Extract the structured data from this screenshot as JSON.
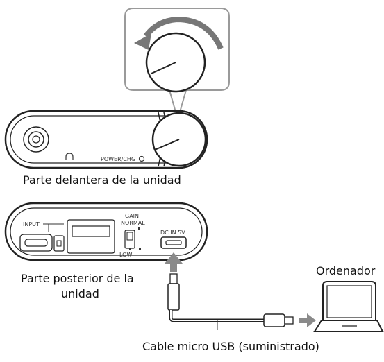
{
  "front": {
    "caption": "Parte delantera de la unidad",
    "power_label": "POWER/CHG"
  },
  "back": {
    "caption_line1": "Parte posterior de la",
    "caption_line2": "unidad",
    "input_label": "INPUT",
    "gain_label": "GAIN",
    "gain_normal": "NORMAL",
    "gain_low": "LOW",
    "dc_in_label": "DC IN 5V"
  },
  "computer": {
    "label": "Ordenador"
  },
  "cable": {
    "label": "Cable micro USB (suministrado)"
  },
  "colors": {
    "line": "#222222",
    "arrow_gray": "#8a8a8a",
    "panel_fill": "#f7f7f7"
  }
}
